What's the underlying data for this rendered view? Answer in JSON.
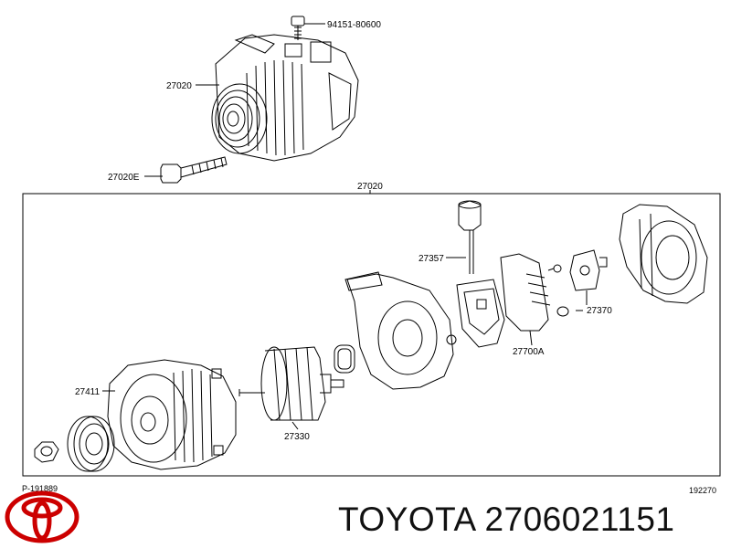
{
  "parts": {
    "bolt_top": "94151-80600",
    "alternator_assy": "27020",
    "bolt_bottom": "27020E",
    "frame_label": "27020",
    "terminal": "27357",
    "end_cover": "27370",
    "regulator": "27700A",
    "drive_frame": "27411",
    "rotor": "27330"
  },
  "footer": {
    "left_code": "P-191889",
    "right_code": "192270"
  },
  "brand": {
    "title": "TOYOTA 2706021151",
    "logo_color": "#cc0000"
  }
}
